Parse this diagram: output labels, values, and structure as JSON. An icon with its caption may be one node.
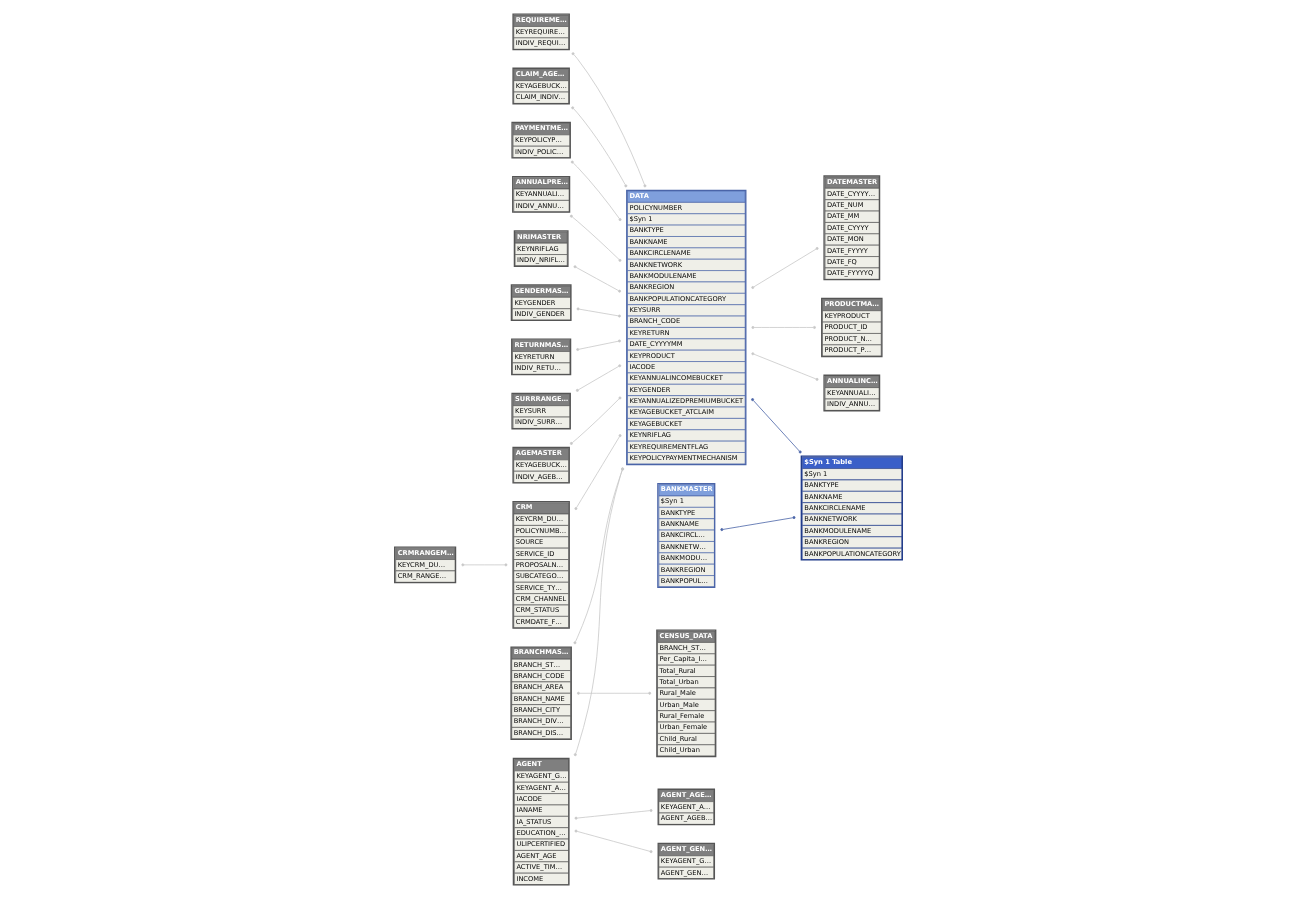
{
  "diagram": {
    "nodes": [
      {
        "text": [
          "RETURNMAS…",
          "KEYRETURN",
          "INDIV_RETU…"
        ]
      },
      {
        "text": [
          "SURRRANGE…",
          "KEYSURR",
          "INDIV_SURR…"
        ]
      },
      {
        "text": [
          "AGEMASTER",
          "KEYAGEBUCK…",
          "INDIV_AGEB…"
        ]
      },
      {
        "text": [
          "CRMRANGEM…",
          "KEYCRM_DU…",
          "CRM_RANGE…"
        ]
      },
      {
        "text": [
          "BRANCHMAS…",
          "BRANCH_ST…",
          "BRANCH_CODE",
          "BRANCH_AREA",
          "BRANCH_NAME",
          "BRANCH_CITY",
          "BRANCH_DIV…",
          "BRANCH_DIS…"
        ]
      },
      {
        "text": [
          "AGENT_GEN…",
          "KEYAGENT_G…",
          "AGENT_GEN…"
        ]
      },
      {
        "text": [
          "AGENT_AGE…",
          "KEYAGENT_A…",
          "AGENT_AGEB…"
        ]
      },
      {
        "text": [
          "DATA",
          "POLICYNUMBER",
          "$Syn 1",
          "BANKTYPE",
          "BANKNAME",
          "BANKCIRCLENAME",
          "BANKNETWORK",
          "BANKMODULENAME",
          "BANKREGION",
          "BANKPOPULATIONCATEGORY",
          "KEYSURR",
          "BRANCH_CODE",
          "KEYRETURN",
          "DATE_CYYYYMM",
          "KEYPRODUCT",
          "IACODE",
          "KEYANNUALINCOMEBUCKET",
          "KEYGENDER",
          "KEYANNUALIZEDPREMIUMBUCKET",
          "KEYAGEBUCKET_ATCLAIM",
          "KEYAGEBUCKET",
          "KEYNRIFLAG",
          "KEYREQUIREMENTFLAG",
          "KEYPOLICYPAYMENTMECHANISM"
        ]
      },
      {
        "text": [
          "DATEMASTER",
          "DATE_CYYYY…",
          "DATE_NUM",
          "DATE_MM",
          "DATE_CYYYY",
          "DATE_MON",
          "DATE_FYYYY",
          "DATE_FQ",
          "DATE_FYYYYQ"
        ]
      },
      {
        "text": [
          "CRM",
          "KEYCRM_DU…",
          "POLICYNUMB…",
          "SOURCE",
          "SERVICE_ID",
          "PROPOSALN…",
          "SUBCATEGO…",
          "SERVICE_TY…",
          "CRM_CHANNEL",
          "CRM_STATUS",
          "CRMDATE_F…"
        ]
      },
      {
        "text": [
          "AGENT",
          "KEYAGENT_G…",
          "KEYAGENT_A…",
          "IACODE",
          "IANAME",
          "IA_STATUS",
          "EDUCATION_…",
          "ULIPCERTIFIED",
          "AGENT_AGE",
          "ACTIVE_TIM…",
          "INCOME"
        ]
      },
      {
        "text": [
          "BANKMASTER",
          "$Syn 1",
          "BANKTYPE",
          "BANKNAME",
          "BANKCIRCL…",
          "BANKNETW…",
          "BANKMODU…",
          "BANKREGION",
          "BANKPOPUL…"
        ]
      },
      {
        "text": [
          "REQUIREME…",
          "KEYREQUIRE…",
          "INDIV_REQUI…"
        ]
      },
      {
        "text": [
          "CENSUS_DATA",
          "BRANCH_ST…",
          "Per_Capita_I…",
          "Total_Rural",
          "Total_Urban",
          "Rural_Male",
          "Urban_Male",
          "Rural_Female",
          "Urban_Female",
          "Child_Rural",
          "Child_Urban"
        ]
      },
      {
        "text": [
          "CLAIM_AGE…",
          "KEYAGEBUCK…",
          "CLAIM_INDIV…"
        ]
      },
      {
        "text": [
          "PRODUCTMA…",
          "KEYPRODUCT",
          "PRODUCT_ID",
          "PRODUCT_N…",
          "PRODUCT_P…"
        ]
      },
      {
        "text": [
          "$Syn 1 Table",
          "$Syn 1",
          "BANKTYPE",
          "BANKNAME",
          "BANKCIRCLENAME",
          "BANKNETWORK",
          "BANKMODULENAME",
          "BANKREGION",
          "BANKPOPULATIONCATEGORY"
        ]
      },
      {
        "text": [
          "PAYMENTME…",
          "KEYPOLICYP…",
          "INDIV_POLIC…"
        ]
      },
      {
        "text": [
          "ANNUALPRE…",
          "KEYANNUALI…",
          "INDIV_ANNU…"
        ]
      },
      {
        "text": [
          "ANNUALINC…",
          "KEYANNUALI…",
          "INDIV_ANNU…"
        ]
      },
      {
        "text": [
          "NRIMASTER",
          "KEYNRIFLAG",
          "INDIV_NRIFL…"
        ]
      },
      {
        "text": [
          "GENDERMAS…",
          "KEYGENDER",
          "INDIV_GENDER"
        ]
      }
    ],
    "edges": [
      {
        "from": 0,
        "to": 7,
        "arrow": "other"
      },
      {
        "from": 1,
        "to": 7,
        "arrow": "other"
      },
      {
        "from": 2,
        "to": 7,
        "arrow": "other"
      },
      {
        "from": 3,
        "to": 9,
        "arrow": "other"
      },
      {
        "from": 9,
        "to": 7,
        "arrow": "other"
      },
      {
        "from": 4,
        "to": 13,
        "arrow": "other"
      },
      {
        "from": 4,
        "to": 7,
        "arrow": "other"
      },
      {
        "from": 10,
        "to": 5,
        "arrow": "other"
      },
      {
        "from": 10,
        "to": 6,
        "arrow": "other"
      },
      {
        "from": 10,
        "to": 7,
        "arrow": "other"
      },
      {
        "from": 7,
        "to": 8,
        "arrow": "other"
      },
      {
        "from": 7,
        "to": 15,
        "arrow": "other"
      },
      {
        "from": 7,
        "to": 19,
        "arrow": "other"
      },
      {
        "from": 12,
        "to": 7,
        "arrow": "other"
      },
      {
        "from": 14,
        "to": 7,
        "arrow": "other"
      },
      {
        "from": 17,
        "to": 7,
        "arrow": "other"
      },
      {
        "from": 18,
        "to": 7,
        "arrow": "other"
      },
      {
        "from": 20,
        "to": 7,
        "arrow": "other"
      },
      {
        "from": 21,
        "to": 7,
        "arrow": "other"
      },
      {
        "from": 11,
        "to": 16,
        "arrow": "other",
        "color": "#4a64a8"
      },
      {
        "from": 7,
        "to": 16,
        "arrow": "other",
        "color": "#4a64a8"
      }
    ]
  }
}
